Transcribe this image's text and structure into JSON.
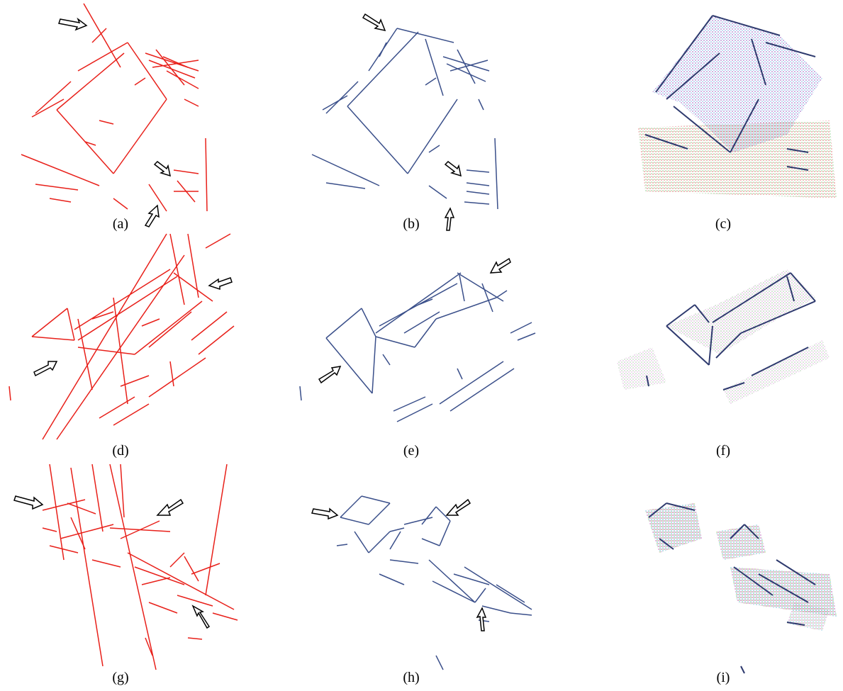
{
  "figure": {
    "panels": [
      {
        "id": "a",
        "caption": "(a)",
        "style": "red-lines"
      },
      {
        "id": "b",
        "caption": "(b)",
        "style": "blue-lines"
      },
      {
        "id": "c",
        "caption": "(c)",
        "style": "colored-points"
      },
      {
        "id": "d",
        "caption": "(d)",
        "style": "red-lines"
      },
      {
        "id": "e",
        "caption": "(e)",
        "style": "blue-lines"
      },
      {
        "id": "f",
        "caption": "(f)",
        "style": "colored-points"
      },
      {
        "id": "g",
        "caption": "(g)",
        "style": "red-lines"
      },
      {
        "id": "h",
        "caption": "(h)",
        "style": "blue-lines"
      },
      {
        "id": "i",
        "caption": "(i)",
        "style": "colored-points"
      }
    ],
    "colors": {
      "red_lines": "#e8201a",
      "blue_lines": "#3a4f8a",
      "arrow_outline": "#000000"
    }
  }
}
